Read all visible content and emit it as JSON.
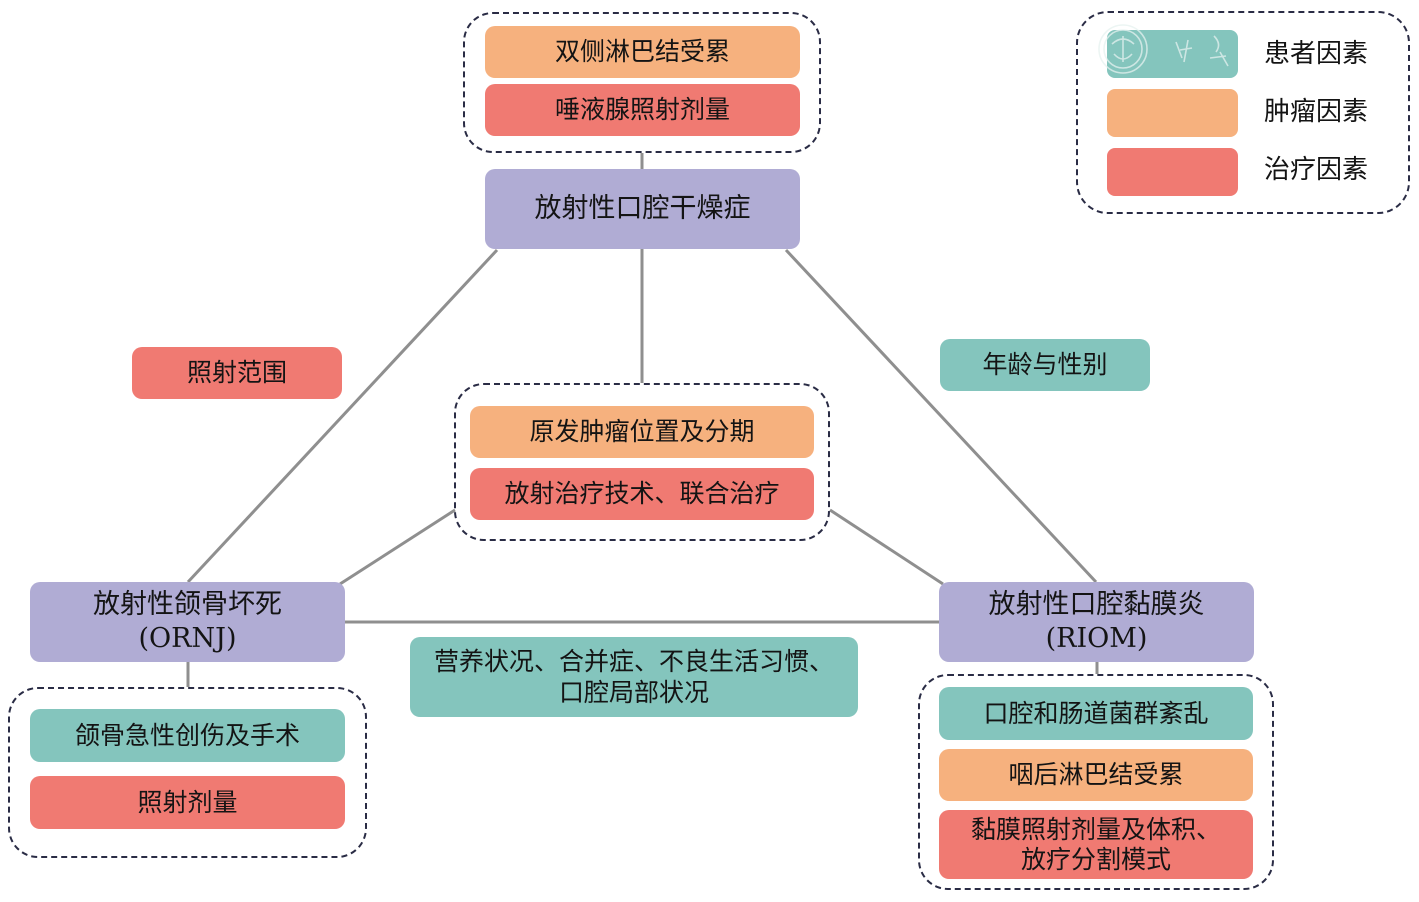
{
  "colors": {
    "patient_factor": "#84c5bd",
    "tumor_factor": "#f6b17e",
    "treatment_factor": "#f07a72",
    "complication": "#b0acd4",
    "connector": "#8f8f8f",
    "group_border": "#2a2c45"
  },
  "legend": {
    "items": [
      {
        "label": "患者因素",
        "color": "#84c5bd"
      },
      {
        "label": "肿瘤因素",
        "color": "#f6b17e"
      },
      {
        "label": "治疗因素",
        "color": "#f07a72"
      }
    ],
    "watermark_text": "中华"
  },
  "complications": {
    "xerostomia": {
      "line1": "放射性口腔干燥症"
    },
    "ornj": {
      "line1": "放射性颌骨坏死",
      "line2": "(ORNJ)"
    },
    "riom": {
      "line1": "放射性口腔黏膜炎",
      "line2": "(RIOM)"
    }
  },
  "factors": {
    "xerostomia_group": [
      {
        "text": "双侧淋巴结受累",
        "type": "tumor"
      },
      {
        "text": "唾液腺照射剂量",
        "type": "treatment"
      }
    ],
    "shared_center_group": [
      {
        "text": "原发肿瘤位置及分期",
        "type": "tumor"
      },
      {
        "text": "放射治疗技术、联合治疗",
        "type": "treatment"
      }
    ],
    "ornj_group": [
      {
        "text": "颌骨急性创伤及手术",
        "type": "patient"
      },
      {
        "text": "照射剂量",
        "type": "treatment"
      }
    ],
    "riom_group": [
      {
        "text": "口腔和肠道菌群紊乱",
        "type": "patient"
      },
      {
        "text": "咽后淋巴结受累",
        "type": "tumor"
      },
      {
        "line1": "黏膜照射剂量及体积、",
        "line2": "放疗分割模式",
        "type": "treatment"
      }
    ],
    "xerostomia_ornj_edge": {
      "text": "照射范围",
      "type": "treatment"
    },
    "xerostomia_riom_edge": {
      "text": "年龄与性别",
      "type": "patient"
    },
    "ornj_riom_edge": {
      "line1": "营养状况、合并症、不良生活习惯、",
      "line2": "口腔局部状况",
      "type": "patient"
    }
  }
}
